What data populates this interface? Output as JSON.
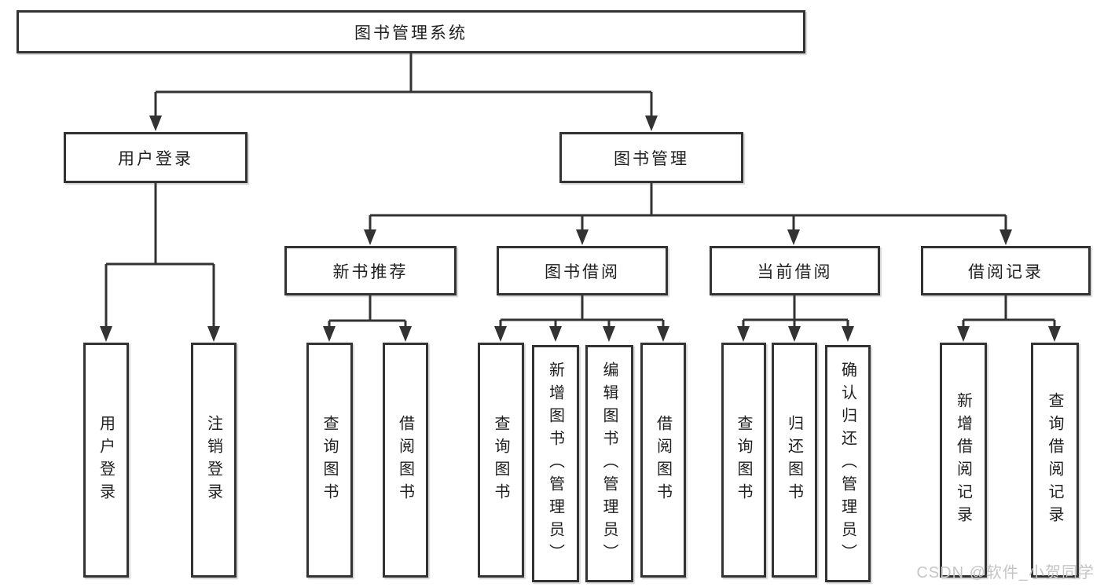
{
  "tree": {
    "label": "图书管理系统",
    "children": [
      {
        "label": "用户登录",
        "children": [
          {
            "label": "用户登录"
          },
          {
            "label": "注销登录"
          }
        ]
      },
      {
        "label": "图书管理",
        "children": [
          {
            "label": "新书推荐",
            "children": [
              {
                "label": "查询图书"
              },
              {
                "label": "借阅图书"
              }
            ]
          },
          {
            "label": "图书借阅",
            "children": [
              {
                "label": "查询图书"
              },
              {
                "label": "新增图书（管理员）"
              },
              {
                "label": "编辑图书（管理员）"
              },
              {
                "label": "借阅图书"
              }
            ]
          },
          {
            "label": "当前借阅",
            "children": [
              {
                "label": "查询图书"
              },
              {
                "label": "归还图书"
              },
              {
                "label": "确认归还（管理员）"
              }
            ]
          },
          {
            "label": "借阅记录",
            "children": [
              {
                "label": "新增借阅记录"
              },
              {
                "label": "查询借阅记录"
              }
            ]
          }
        ]
      }
    ]
  },
  "watermark": {
    "text": "CSDN @软件_小贺同学"
  },
  "theme": {
    "line_color": "#333333",
    "text_color": "#1f1f1f",
    "background": "#ffffff",
    "watermark_color": "#c5c5c5"
  }
}
